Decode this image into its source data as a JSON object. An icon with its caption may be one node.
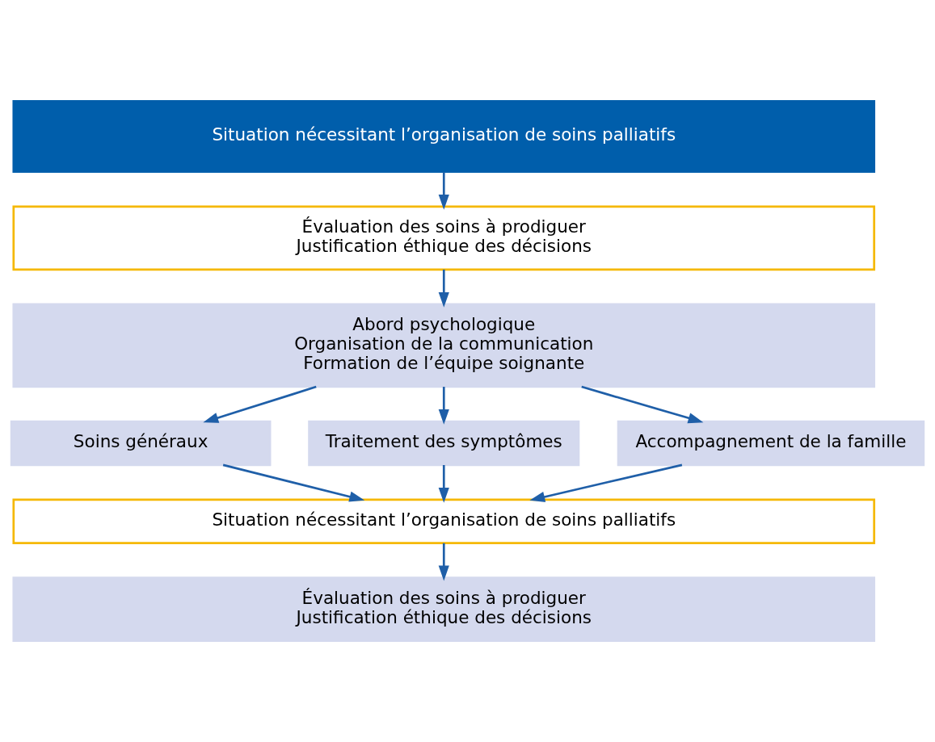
{
  "diagram": {
    "nodes": [
      {
        "text": [
          "Situation nécessitant l’organisation de soins palliatifs"
        ]
      },
      {
        "text": [
          "Évaluation des soins à prodiguer",
          "Justification éthique des décisions"
        ]
      },
      {
        "text": [
          "Abord psychologique",
          "Organisation de la communication",
          "Formation de l’équipe soignante"
        ]
      },
      {
        "text": [
          "Soins généraux"
        ]
      },
      {
        "text": [
          "Traitement des symptômes"
        ]
      },
      {
        "text": [
          "Accompagnement de la famille"
        ]
      },
      {
        "text": [
          "Situation nécessitant l’organisation de soins palliatifs"
        ]
      },
      {
        "text": [
          "Évaluation des soins à prodiguer",
          "Justification éthique des décisions"
        ]
      }
    ],
    "edges": [
      {
        "from": 0,
        "to": 1,
        "arrow": "to"
      },
      {
        "from": 1,
        "to": 2,
        "arrow": "to"
      },
      {
        "from": 2,
        "to": 3,
        "arrow": "to"
      },
      {
        "from": 2,
        "to": 4,
        "arrow": "to"
      },
      {
        "from": 2,
        "to": 5,
        "arrow": "to"
      },
      {
        "from": 3,
        "to": 6,
        "arrow": "to"
      },
      {
        "from": 4,
        "to": 6,
        "arrow": "to"
      },
      {
        "from": 5,
        "to": 6,
        "arrow": "to"
      },
      {
        "from": 6,
        "to": 7,
        "arrow": "to"
      }
    ]
  }
}
